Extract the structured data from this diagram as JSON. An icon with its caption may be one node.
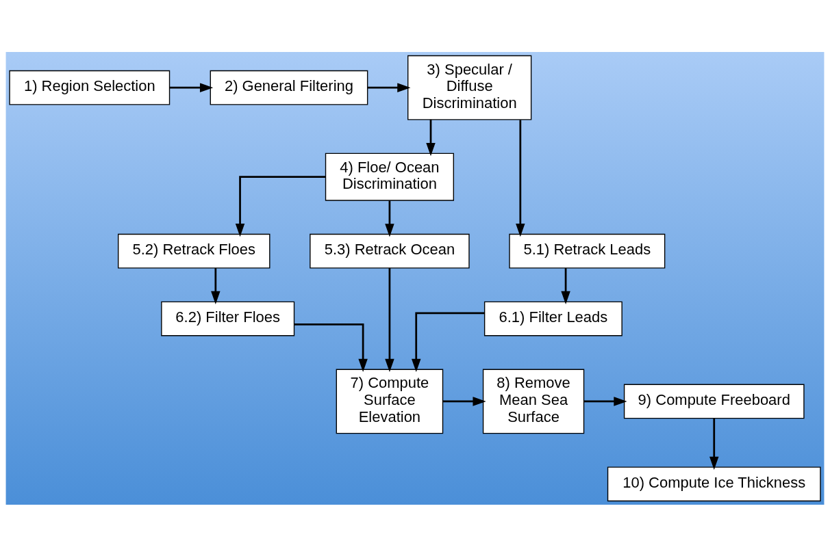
{
  "diagram": {
    "nodes": [
      {
        "text": [
          "1) Region Selection"
        ]
      },
      {
        "text": [
          "2) General Filtering"
        ]
      },
      {
        "text": [
          "3) Specular / Diffuse Discrimination"
        ]
      },
      {
        "text": [
          "4) Floe/ Ocean Discrimination"
        ]
      },
      {
        "text": [
          "5.1) Retrack Leads"
        ]
      },
      {
        "text": [
          "5.2) Retrack Floes"
        ]
      },
      {
        "text": [
          "5.3) Retrack Ocean"
        ]
      },
      {
        "text": [
          "6.1) Filter Leads"
        ]
      },
      {
        "text": [
          "6.2) Filter Floes"
        ]
      },
      {
        "text": [
          "7) Compute Surface Elevation"
        ]
      },
      {
        "text": [
          "8) Remove Mean Sea Surface"
        ]
      },
      {
        "text": [
          "9) Compute Freeboard"
        ]
      },
      {
        "text": [
          "10) Compute Ice Thickness"
        ]
      }
    ],
    "edges": [
      {
        "from": 0,
        "to": 1,
        "arrow": "to"
      },
      {
        "from": 1,
        "to": 2,
        "arrow": "to"
      },
      {
        "from": 2,
        "to": 3,
        "arrow": "to"
      },
      {
        "from": 2,
        "to": 4,
        "arrow": "to"
      },
      {
        "from": 3,
        "to": 5,
        "arrow": "to"
      },
      {
        "from": 3,
        "to": 6,
        "arrow": "to"
      },
      {
        "from": 4,
        "to": 7,
        "arrow": "to"
      },
      {
        "from": 5,
        "to": 8,
        "arrow": "to"
      },
      {
        "from": 7,
        "to": 9,
        "arrow": "to"
      },
      {
        "from": 8,
        "to": 9,
        "arrow": "to"
      },
      {
        "from": 6,
        "to": 9,
        "arrow": "to"
      },
      {
        "from": 9,
        "to": 10,
        "arrow": "to"
      },
      {
        "from": 10,
        "to": 11,
        "arrow": "to"
      },
      {
        "from": 11,
        "to": 12,
        "arrow": "to"
      }
    ]
  }
}
